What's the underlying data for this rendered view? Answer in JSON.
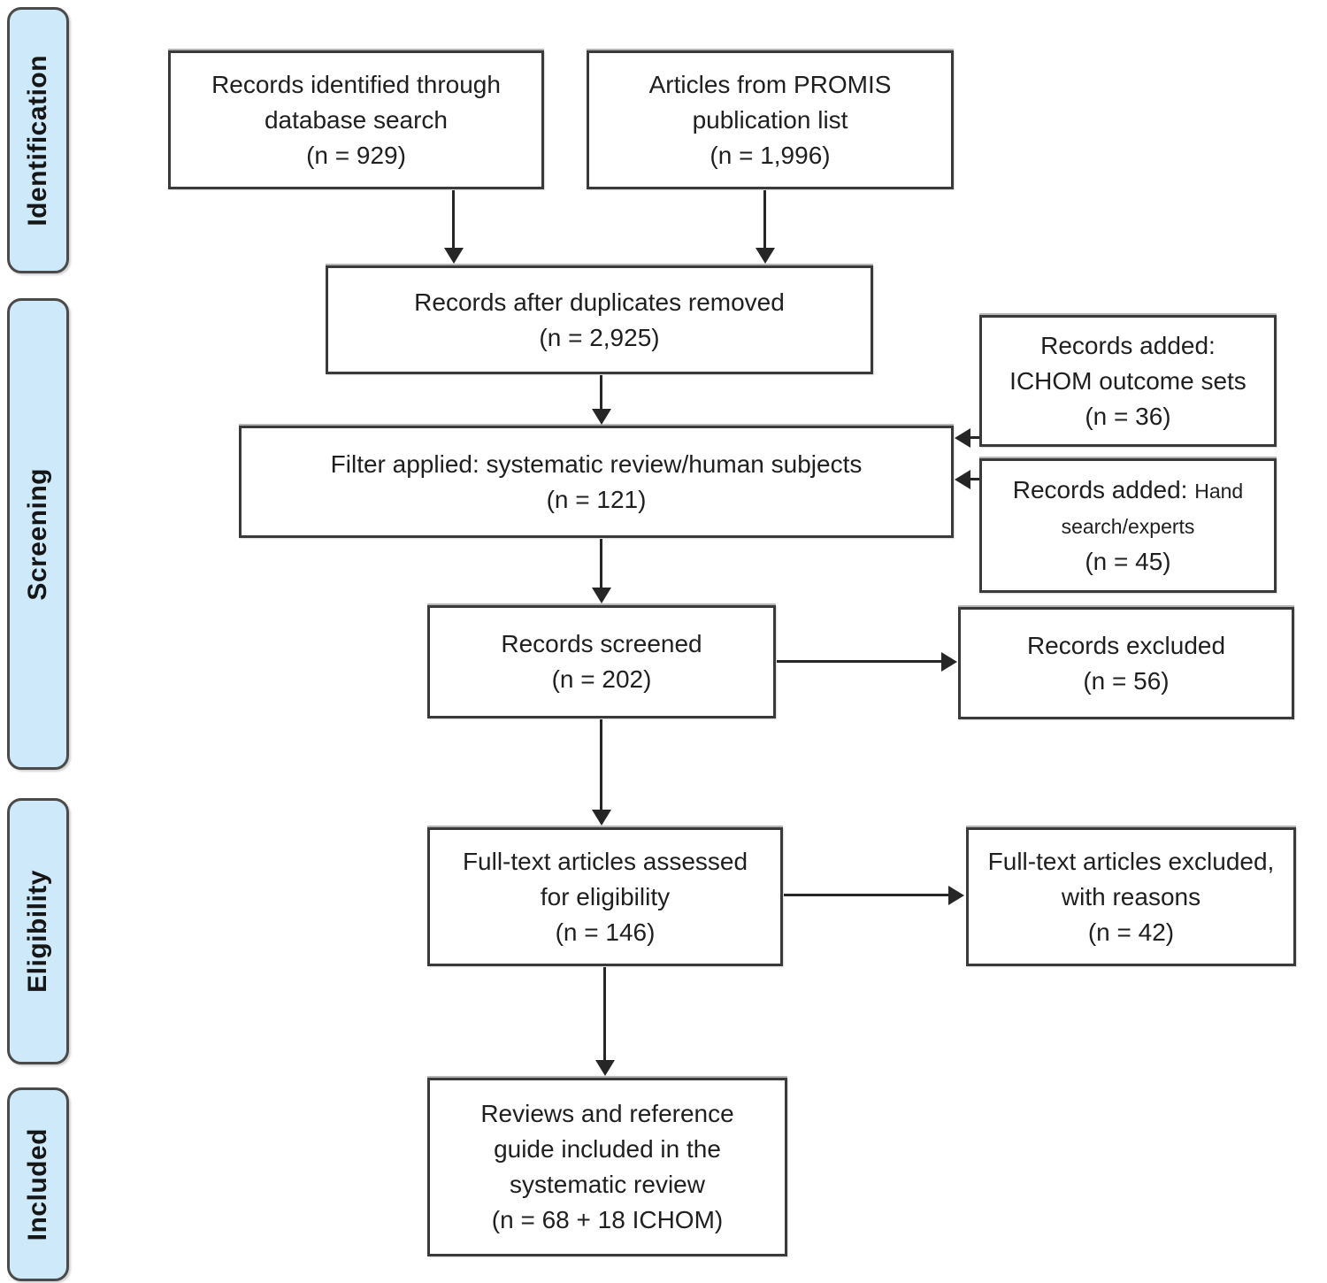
{
  "sidebar": {
    "stages": [
      {
        "label": "Identification"
      },
      {
        "label": "Screening"
      },
      {
        "label": "Eligibility"
      },
      {
        "label": "Included"
      }
    ]
  },
  "flow": {
    "identified": "Records identified through\ndatabase search\n(n = 929)",
    "promis": "Articles from PROMIS\npublication list\n(n = 1,996)",
    "duplicates_removed": "Records after duplicates removed\n(n = 2,925)",
    "filter_applied": "Filter applied: systematic review/human subjects\n(n = 121)",
    "added_ichom": "Records added:\nICHOM outcome sets\n(n = 36)",
    "added_hand": {
      "lead": "Records added: ",
      "detail_line1": "Hand",
      "detail_line2": "search/experts",
      "n": "(n = 45)"
    },
    "screened": "Records screened\n(n = 202)",
    "excluded": "Records excluded\n(n = 56)",
    "fulltext_assessed": "Full-text articles assessed\nfor eligibility\n(n = 146)",
    "fulltext_excluded": "Full-text articles excluded,\nwith reasons\n(n = 42)",
    "included_reviews": "Reviews and reference\nguide included in the\nsystematic review\n(n = 68 + 18 ICHOM)"
  },
  "colors": {
    "stage_fill": "#cde9fa",
    "stage_border": "#4a4a4a",
    "box_border": "#3a3a3a",
    "box_fill": "#ffffff",
    "text": "#1f1f1f",
    "arrow": "#262626"
  }
}
